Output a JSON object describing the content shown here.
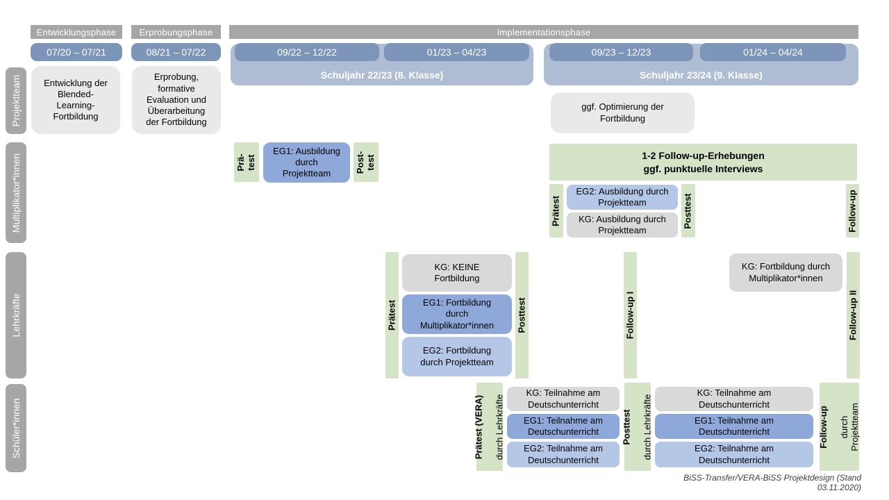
{
  "title_caption": "BiSS-Transfer/VERA-BiSS Projektdesign (Stand 03.11.2020)",
  "colors": {
    "phase_gray": "#a6a6a6",
    "date_blue": "#7c95b8",
    "schoolyear_blue": "#aebdd3",
    "light_gray_box": "#e9e9e9",
    "kg_gray": "#d9d9d9",
    "eg1_blue": "#8ea9d9",
    "eg2_blue": "#b4c7e7",
    "green": "#d5e3c6"
  },
  "phases": {
    "entwicklung": "Entwicklungsphase",
    "erprobung": "Erprobungsphase",
    "implementation": "Implementationsphase"
  },
  "dates": [
    "07/20 – 07/21",
    "08/21 – 07/22",
    "09/22 – 12/22",
    "01/23 – 04/23",
    "09/23 – 12/23",
    "01/24 – 04/24"
  ],
  "school_years": {
    "sj2223": "Schuljahr 22/23 (8. Klasse)",
    "sj2324": "Schuljahr 23/24 (9. Klasse)"
  },
  "row_labels": {
    "projektteam": "Projektteam",
    "multiplikatoren": "Multiplikator*innen",
    "lehrkraefte": "Lehrkräfte",
    "schueler": "Schüler*innen"
  },
  "projektteam_row": {
    "entwicklung_box": "Entwicklung der\nBlended-\nLearning-\nFortbildung",
    "erprobung_box": "Erprobung,\nformative\nEvaluation und\nÜberarbeitung\nder Fortbildung",
    "optimierung_box": "ggf. Optimierung der\nFortbildung"
  },
  "multiplikator_row": {
    "praetest_split": "Prä-\ntest",
    "eg1_box": "EG1: Ausbildung\ndurch\nProjektteam",
    "posttest_split": "Post-\ntest",
    "followup_banner": "1-2 Follow-up-Erhebungen\nggf. punktuelle Interviews",
    "praetest": "Prätest",
    "eg2_box": "EG2: Ausbildung durch\nProjektteam",
    "kg_box": "KG: Ausbildung durch\nProjektteam",
    "posttest": "Posttest",
    "followup": "Follow-up"
  },
  "lehrkraefte_row": {
    "praetest": "Prätest",
    "kg_box": "KG: KEINE\nFortbildung",
    "eg1_box": "EG1: Fortbildung\ndurch\nMultiplikator*innen",
    "eg2_box": "EG2: Fortbildung\ndurch Projektteam",
    "posttest": "Posttest",
    "followup1": "Follow-up I",
    "kg_mult_box": "KG: Fortbildung durch\nMultiplikator*innen",
    "followup2": "Follow-up II"
  },
  "schueler_row": {
    "praetest_main": "Prätest (VERA)",
    "praetest_sub": "durch Lehrkräfte",
    "kg_box_1": "KG: Teilnahme am\nDeutschunterricht",
    "eg1_box_1": "EG1: Teilnahme am\nDeutschunterricht",
    "eg2_box_1": "EG2: Teilnahme am\nDeutschunterricht",
    "posttest_main": "Posttest",
    "posttest_sub": "durch Lehrkräfte",
    "kg_box_2": "KG: Teilnahme am\nDeutschunterricht",
    "eg1_box_2": "EG1: Teilnahme am\nDeutschunterricht",
    "eg2_box_2": "EG2: Teilnahme am\nDeutschunterricht",
    "followup_main": "Follow-up",
    "followup_sub": "durch\nProjektteam"
  }
}
